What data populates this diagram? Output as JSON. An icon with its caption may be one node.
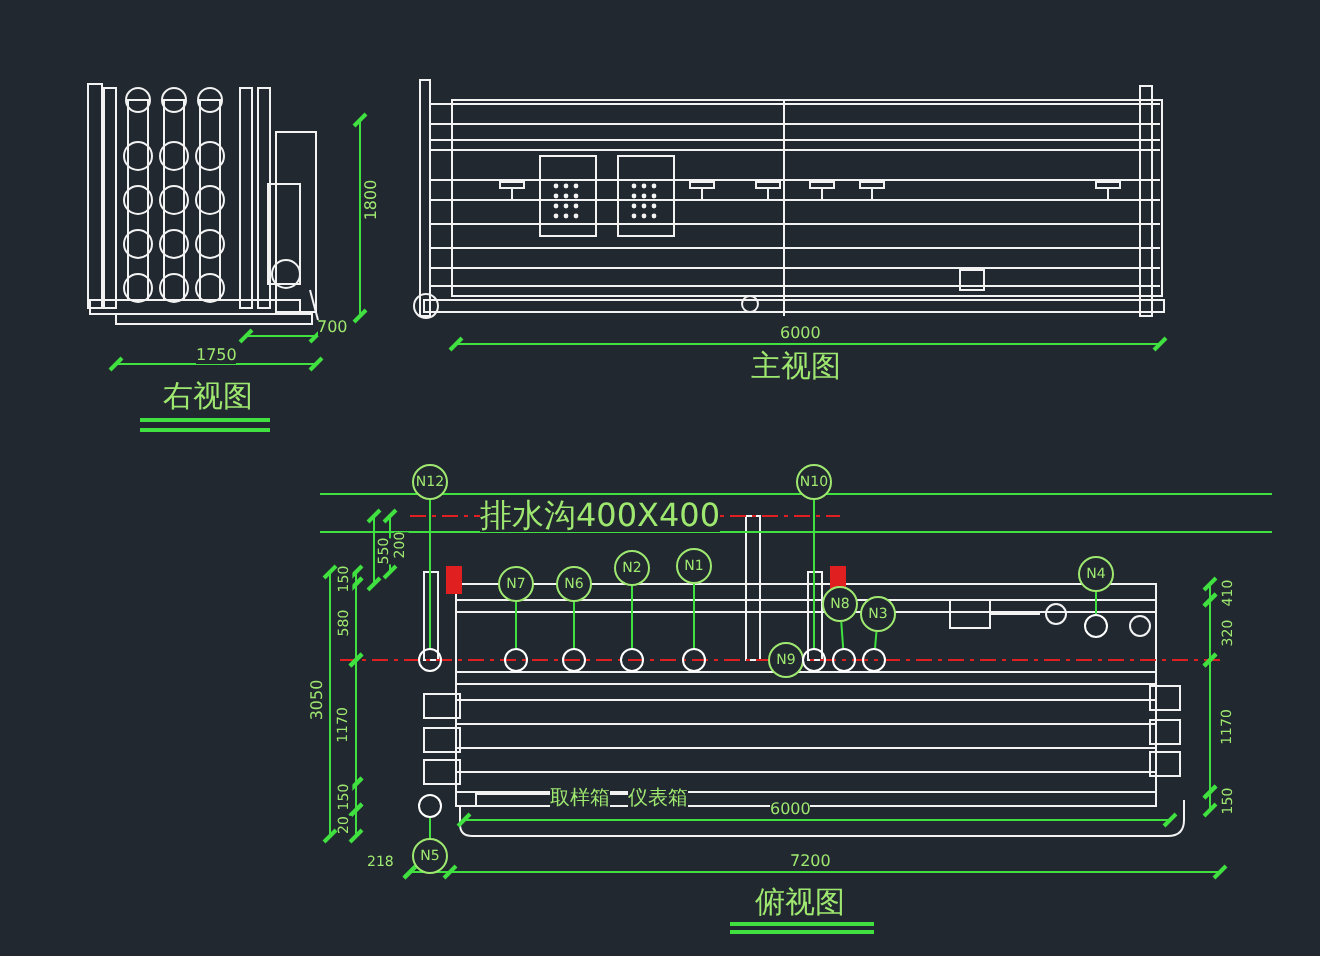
{
  "diagram": {
    "nodes": [
      {
        "text": [
          "N12"
        ]
      },
      {
        "text": [
          "N10"
        ]
      },
      {
        "text": [
          "N7"
        ]
      },
      {
        "text": [
          "N6"
        ]
      },
      {
        "text": [
          "N2"
        ]
      },
      {
        "text": [
          "N1"
        ]
      },
      {
        "text": [
          "N9"
        ]
      },
      {
        "text": [
          "N8"
        ]
      },
      {
        "text": [
          "N3"
        ]
      },
      {
        "text": [
          "N4"
        ]
      },
      {
        "text": [
          "N5"
        ]
      },
      {
        "text": [],
        "shape": "circle"
      },
      {
        "text": [],
        "shape": "circle"
      },
      {
        "text": [],
        "shape": "circle"
      },
      {
        "text": [],
        "shape": "circle"
      },
      {
        "text": [],
        "shape": "circle"
      },
      {
        "text": [],
        "shape": "circle"
      },
      {
        "text": [],
        "shape": "circle"
      },
      {
        "text": [],
        "shape": "circle"
      },
      {
        "text": [],
        "shape": "circle"
      },
      {
        "text": [],
        "shape": "circle"
      }
    ],
    "edges": [
      {
        "from": 0,
        "to": 11,
        "arrow": "none"
      },
      {
        "from": 1,
        "to": 16,
        "arrow": "none"
      },
      {
        "from": 2,
        "to": 12,
        "arrow": "none"
      },
      {
        "from": 3,
        "to": 13,
        "arrow": "none"
      },
      {
        "from": 4,
        "to": 14,
        "arrow": "none"
      },
      {
        "from": 5,
        "to": 15,
        "arrow": "none"
      },
      {
        "from": 7,
        "to": 20,
        "arrow": "none"
      },
      {
        "from": 8,
        "to": 17,
        "arrow": "none"
      },
      {
        "from": 9,
        "to": 18,
        "arrow": "none"
      },
      {
        "from": 10,
        "to": 19,
        "arrow": "none"
      }
    ],
    "labels": [
      "1800",
      "700",
      "1750",
      "右视图",
      "6000",
      "主视图",
      "排水沟400X400",
      "200",
      "550",
      "150",
      "580",
      "3050",
      "1170",
      "150",
      "20",
      "218",
      "取样箱",
      "仪表箱",
      "410",
      "320",
      "1170",
      "150",
      "6000",
      "7200",
      "俯视图"
    ]
  }
}
